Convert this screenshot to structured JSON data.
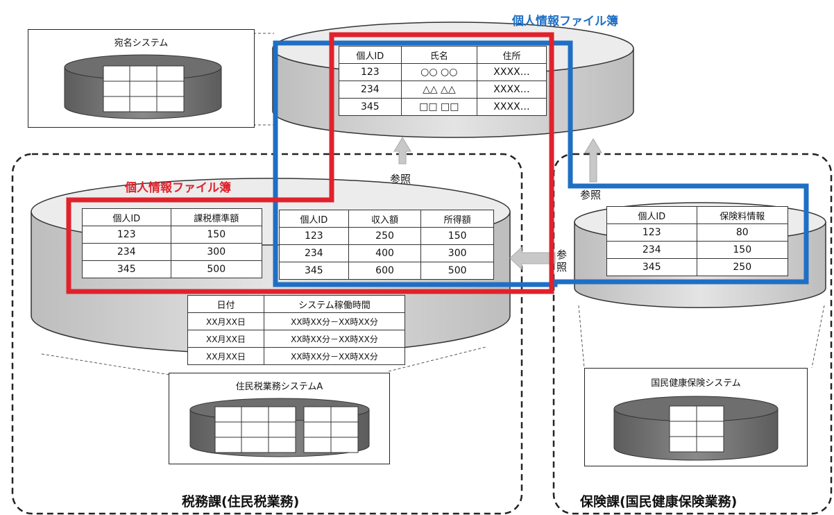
{
  "titles": {
    "file_blue": "個人情報ファイル簿",
    "file_red": "個人情報ファイル簿"
  },
  "systems": {
    "atena": "宛名システム",
    "juminzei": "住民税業務システムA",
    "kokuho": "国民健康保険システム"
  },
  "departments": {
    "zeimu": "税務課(住民税業務)",
    "hoken": "保険課(国民健康保険業務)"
  },
  "refs": {
    "top": "参照",
    "right": "参照",
    "side_1": "参",
    "side_2": "照"
  },
  "tables": {
    "personal": {
      "headers": [
        "個人ID",
        "氏名",
        "住所"
      ],
      "rows": [
        [
          "123",
          "○○ ○○",
          "XXXX…"
        ],
        [
          "234",
          "△△ △△",
          "XXXX…"
        ],
        [
          "345",
          "□□ □□",
          "XXXX…"
        ]
      ]
    },
    "taxbase": {
      "headers": [
        "個人ID",
        "課税標準額"
      ],
      "rows": [
        [
          "123",
          "150"
        ],
        [
          "234",
          "300"
        ],
        [
          "345",
          "500"
        ]
      ]
    },
    "income": {
      "headers": [
        "個人ID",
        "収入額",
        "所得額"
      ],
      "rows": [
        [
          "123",
          "250",
          "150"
        ],
        [
          "234",
          "400",
          "300"
        ],
        [
          "345",
          "600",
          "500"
        ]
      ]
    },
    "insurance": {
      "headers": [
        "個人ID",
        "保険料情報"
      ],
      "rows": [
        [
          "123",
          "80"
        ],
        [
          "234",
          "150"
        ],
        [
          "345",
          "250"
        ]
      ]
    },
    "uptime": {
      "headers": [
        "日付",
        "システム稼働時間"
      ],
      "rows": [
        [
          "XX月XX日",
          "XX時XX分－XX時XX分"
        ],
        [
          "XX月XX日",
          "XX時XX分－XX時XX分"
        ],
        [
          "XX月XX日",
          "XX時XX分－XX時XX分"
        ]
      ]
    }
  },
  "colors": {
    "blue": "#1f6fc4",
    "red": "#e0222c",
    "cylinder": "#d9d9d9",
    "cylinder_dark": "#7a7a7a"
  }
}
